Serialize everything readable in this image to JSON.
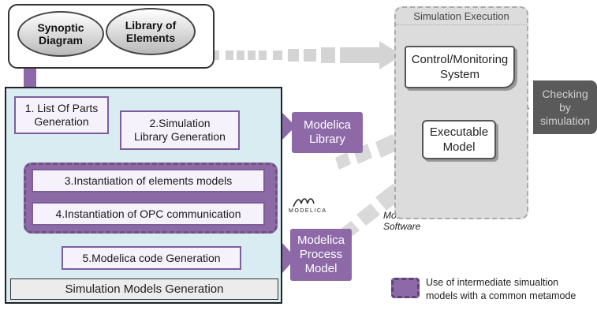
{
  "top": {
    "synoptic": "Synoptic\nDiagram",
    "library_elements": "Library of\nElements"
  },
  "generation": {
    "caption": "Simulation Models Generation",
    "step1": "1. List Of Parts\nGeneration",
    "step2": "2.Simulation\nLibrary Generation",
    "step3": "3.Instantiation  of elements models",
    "step4": "4.Instantiation  of OPC communication",
    "step5": "5.Modelica code Generation"
  },
  "modelica": {
    "library": "Modelica\nLibrary",
    "process_model": "Modelica\nProcess\nModel",
    "logo": "MODELICA",
    "software": "Modelica\nSoftware"
  },
  "execution": {
    "title": "Simulation Execution",
    "control": "Control/Monitoring\nSystem",
    "executable": "Executable\nModel",
    "checking": "Checking\nby\nsimulation"
  },
  "legend": {
    "text": "Use of intermediate simualtion\nmodels with a common metamode"
  },
  "colors": {
    "purple": "#8d69a8",
    "light_blue": "#d8ecf2",
    "gray_arrow": "#cfcfcf",
    "dark_gray": "#5a5a5a"
  }
}
